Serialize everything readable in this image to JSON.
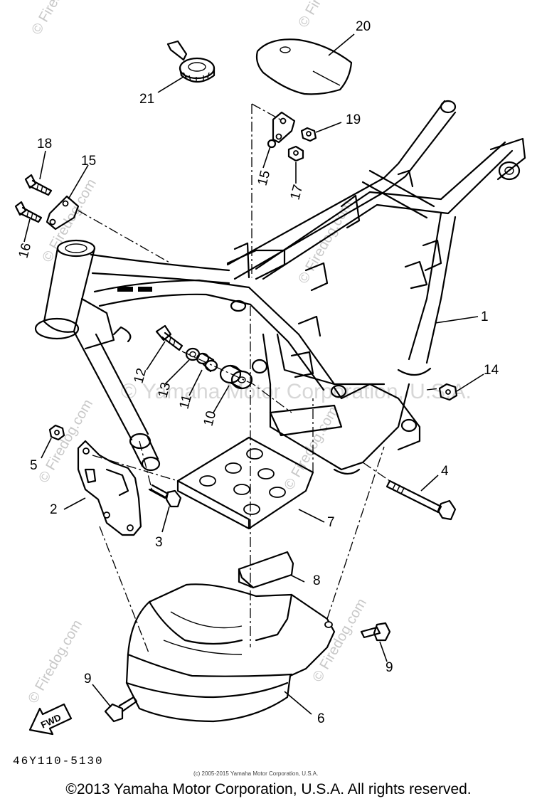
{
  "diagram": {
    "part_labels": [
      "1",
      "2",
      "3",
      "4",
      "5",
      "6",
      "7",
      "8",
      "9",
      "9",
      "10",
      "11",
      "12",
      "13",
      "14",
      "15",
      "15",
      "16",
      "17",
      "18",
      "19",
      "20",
      "21"
    ],
    "drawing_code": "46Y110-5130",
    "fwd_label": "FWD",
    "small_notice": "(c) 2005-2015 Yamaha Motor Corporation, U.S.A.",
    "watermark_text": "© Firedog.com",
    "center_watermark": "© Yamaha Motor Corporation, U.S.A."
  },
  "footer": {
    "copyright": "©2013 Yamaha Motor Corporation, U.S.A. All rights reserved."
  }
}
